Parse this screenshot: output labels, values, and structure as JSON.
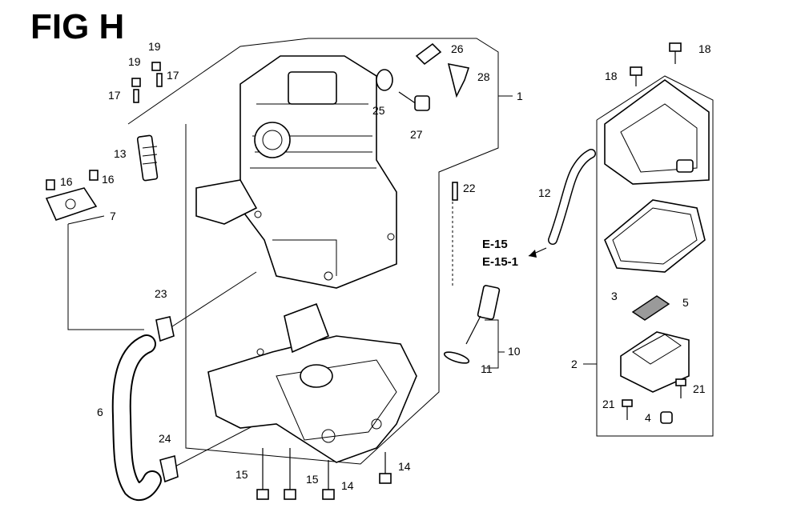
{
  "title": "FIG H",
  "reference": {
    "line1": "E-15",
    "line2": "E-15-1"
  },
  "callouts": [
    {
      "id": "c1",
      "text": "1"
    },
    {
      "id": "c2",
      "text": "2"
    },
    {
      "id": "c3",
      "text": "3"
    },
    {
      "id": "c4",
      "text": "4"
    },
    {
      "id": "c5",
      "text": "5"
    },
    {
      "id": "c6",
      "text": "6"
    },
    {
      "id": "c7",
      "text": "7"
    },
    {
      "id": "c10",
      "text": "10"
    },
    {
      "id": "c11",
      "text": "11"
    },
    {
      "id": "c12",
      "text": "12"
    },
    {
      "id": "c13",
      "text": "13"
    },
    {
      "id": "c14a",
      "text": "14"
    },
    {
      "id": "c14b",
      "text": "14"
    },
    {
      "id": "c15a",
      "text": "15"
    },
    {
      "id": "c15b",
      "text": "15"
    },
    {
      "id": "c16a",
      "text": "16"
    },
    {
      "id": "c16b",
      "text": "16"
    },
    {
      "id": "c17a",
      "text": "17"
    },
    {
      "id": "c17b",
      "text": "17"
    },
    {
      "id": "c18a",
      "text": "18"
    },
    {
      "id": "c18b",
      "text": "18"
    },
    {
      "id": "c19a",
      "text": "19"
    },
    {
      "id": "c19b",
      "text": "19"
    },
    {
      "id": "c21a",
      "text": "21"
    },
    {
      "id": "c21b",
      "text": "21"
    },
    {
      "id": "c22",
      "text": "22"
    },
    {
      "id": "c23",
      "text": "23"
    },
    {
      "id": "c24",
      "text": "24"
    },
    {
      "id": "c25",
      "text": "25"
    },
    {
      "id": "c26",
      "text": "26"
    },
    {
      "id": "c27",
      "text": "27"
    },
    {
      "id": "c28",
      "text": "28"
    }
  ]
}
